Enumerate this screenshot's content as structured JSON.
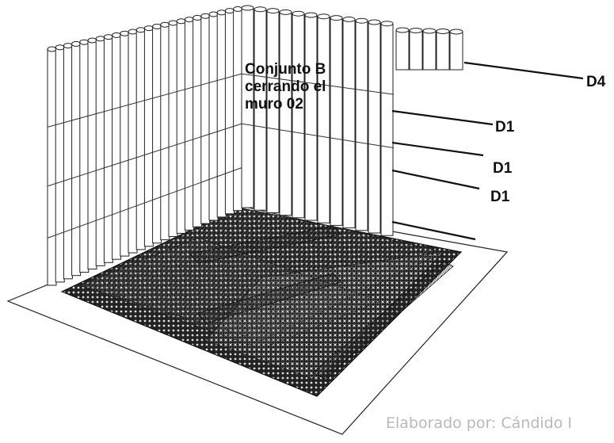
{
  "annotation": {
    "lines": [
      "Conjunto B",
      "cerrando el",
      "muro 02"
    ]
  },
  "labels": [
    "D4",
    "D1",
    "D1",
    "D1"
  ],
  "caption": "Elaborado por: Cándido I"
}
